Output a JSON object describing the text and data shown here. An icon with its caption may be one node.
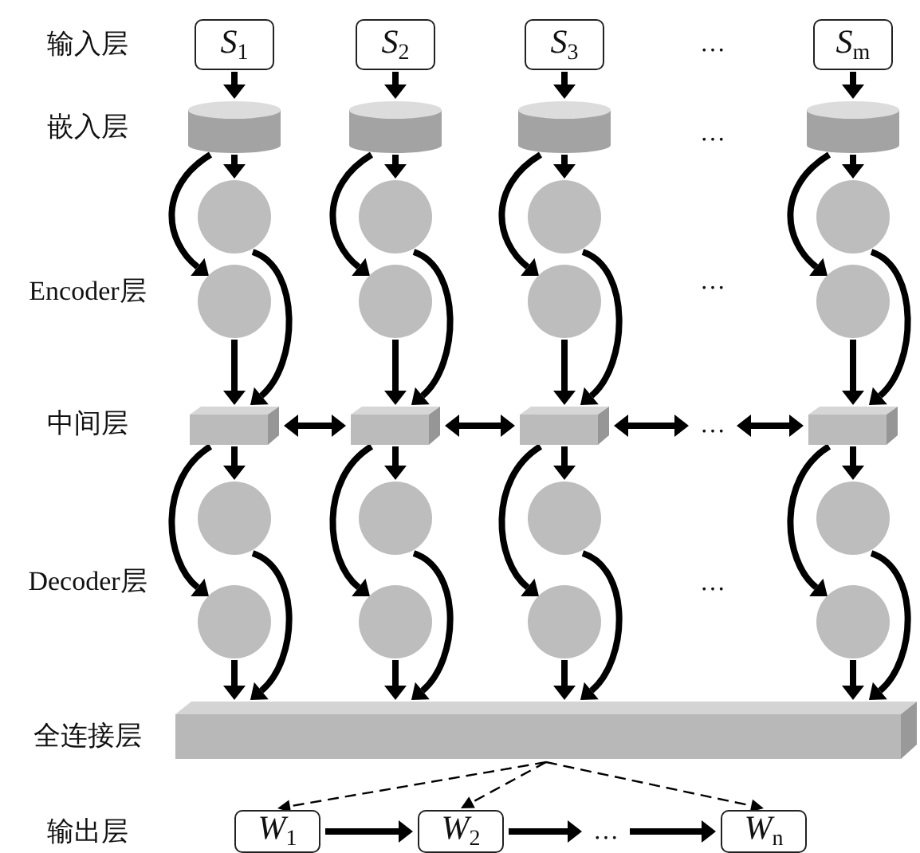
{
  "diagram": {
    "nodes": [
      {
        "text": [
          "S$_{1}$"
        ]
      },
      {
        "text": [
          "S$_{2}$"
        ]
      },
      {
        "text": [
          "S$_{3}$"
        ]
      },
      {
        "text": [
          "S$_{m}$"
        ]
      },
      {
        "text": [],
        "shape": "cylinder"
      },
      {
        "text": [],
        "shape": "cylinder"
      },
      {
        "text": [],
        "shape": "cylinder"
      },
      {
        "text": [],
        "shape": "cylinder"
      },
      {
        "text": [],
        "shape": "circle"
      },
      {
        "text": [],
        "shape": "circle"
      },
      {
        "text": [],
        "shape": "circle"
      },
      {
        "text": [],
        "shape": "circle"
      },
      {
        "text": [],
        "shape": "circle"
      },
      {
        "text": [],
        "shape": "circle"
      },
      {
        "text": [],
        "shape": "circle"
      },
      {
        "text": [],
        "shape": "circle"
      },
      {
        "text": [],
        "shape": "box"
      },
      {
        "text": [],
        "shape": "box"
      },
      {
        "text": [],
        "shape": "box"
      },
      {
        "text": [
          "…"
        ]
      },
      {
        "text": [],
        "shape": "box"
      },
      {
        "text": [],
        "shape": "circle"
      },
      {
        "text": [],
        "shape": "circle"
      },
      {
        "text": [],
        "shape": "circle"
      },
      {
        "text": [],
        "shape": "circle"
      },
      {
        "text": [],
        "shape": "circle"
      },
      {
        "text": [],
        "shape": "circle"
      },
      {
        "text": [],
        "shape": "circle"
      },
      {
        "text": [],
        "shape": "circle"
      },
      {
        "text": [],
        "shape": "bar"
      },
      {
        "text": [
          "W$_{1}$"
        ]
      },
      {
        "text": [
          "W$_{2}$"
        ]
      },
      {
        "text": [
          "…"
        ]
      },
      {
        "text": [
          "W$_{n}$"
        ]
      }
    ],
    "edges": [
      {
        "from": 0,
        "to": 4,
        "arrow": "to"
      },
      {
        "from": 1,
        "to": 5,
        "arrow": "to"
      },
      {
        "from": 2,
        "to": 6,
        "arrow": "to"
      },
      {
        "from": 3,
        "to": 7,
        "arrow": "to"
      },
      {
        "from": 4,
        "to": 8,
        "arrow": "to"
      },
      {
        "from": 4,
        "to": 12,
        "arrow": "to"
      },
      {
        "from": 5,
        "to": 9,
        "arrow": "to"
      },
      {
        "from": 5,
        "to": 13,
        "arrow": "to"
      },
      {
        "from": 6,
        "to": 10,
        "arrow": "to"
      },
      {
        "from": 6,
        "to": 14,
        "arrow": "to"
      },
      {
        "from": 7,
        "to": 11,
        "arrow": "to"
      },
      {
        "from": 7,
        "to": 15,
        "arrow": "to"
      },
      {
        "from": 8,
        "to": 16,
        "arrow": "to"
      },
      {
        "from": 12,
        "to": 16,
        "arrow": "to"
      },
      {
        "from": 9,
        "to": 17,
        "arrow": "to"
      },
      {
        "from": 13,
        "to": 17,
        "arrow": "to"
      },
      {
        "from": 10,
        "to": 18,
        "arrow": "to"
      },
      {
        "from": 14,
        "to": 18,
        "arrow": "to"
      },
      {
        "from": 11,
        "to": 20,
        "arrow": "to"
      },
      {
        "from": 15,
        "to": 20,
        "arrow": "to"
      },
      {
        "from": 16,
        "to": 17,
        "arrow": "both"
      },
      {
        "from": 17,
        "to": 18,
        "arrow": "both"
      },
      {
        "from": 18,
        "to": 19,
        "arrow": "both"
      },
      {
        "from": 19,
        "to": 20,
        "arrow": "both"
      },
      {
        "from": 16,
        "to": 21,
        "arrow": "to"
      },
      {
        "from": 16,
        "to": 25,
        "arrow": "to"
      },
      {
        "from": 17,
        "to": 22,
        "arrow": "to"
      },
      {
        "from": 17,
        "to": 26,
        "arrow": "to"
      },
      {
        "from": 18,
        "to": 23,
        "arrow": "to"
      },
      {
        "from": 18,
        "to": 27,
        "arrow": "to"
      },
      {
        "from": 20,
        "to": 24,
        "arrow": "to"
      },
      {
        "from": 20,
        "to": 28,
        "arrow": "to"
      },
      {
        "from": 21,
        "to": 29,
        "arrow": "to"
      },
      {
        "from": 25,
        "to": 29,
        "arrow": "to"
      },
      {
        "from": 22,
        "to": 29,
        "arrow": "to"
      },
      {
        "from": 26,
        "to": 29,
        "arrow": "to"
      },
      {
        "from": 23,
        "to": 29,
        "arrow": "to"
      },
      {
        "from": 27,
        "to": 29,
        "arrow": "to"
      },
      {
        "from": 24,
        "to": 29,
        "arrow": "to"
      },
      {
        "from": 28,
        "to": 29,
        "arrow": "to"
      },
      {
        "from": 29,
        "to": 30,
        "arrow": "to",
        "style": "dashed"
      },
      {
        "from": 29,
        "to": 31,
        "arrow": "to",
        "style": "dashed"
      },
      {
        "from": 29,
        "to": 33,
        "arrow": "to",
        "style": "dashed"
      },
      {
        "from": 30,
        "to": 31,
        "arrow": "to"
      },
      {
        "from": 31,
        "to": 32,
        "arrow": "to"
      },
      {
        "from": 32,
        "to": 33,
        "arrow": "to"
      }
    ],
    "labels": [
      "输入层",
      "…",
      "嵌入层",
      "…",
      "Encoder层",
      "…",
      "中间层",
      "Decoder层",
      "…",
      "全连接层",
      "输出层"
    ]
  }
}
